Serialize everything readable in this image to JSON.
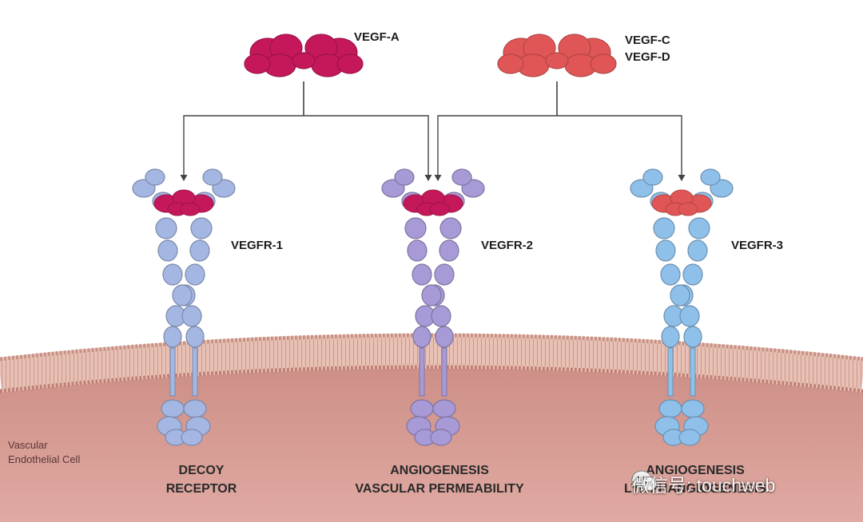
{
  "ligands": [
    {
      "id": "a",
      "lines": [
        "VEGF-A"
      ],
      "color": "#c4185a"
    },
    {
      "id": "cd",
      "lines": [
        "VEGF-C",
        "VEGF-D"
      ],
      "color": "#e05656"
    }
  ],
  "receptors": [
    {
      "id": "r1",
      "label": "VEGFR-1",
      "function": [
        "DECOY",
        "RECEPTOR"
      ],
      "color": "#a4b6e2",
      "bound_ligand": "a"
    },
    {
      "id": "r2",
      "label": "VEGFR-2",
      "function": [
        "ANGIOGENESIS",
        "VASCULAR PERMEABILITY"
      ],
      "color": "#a89ad6",
      "bound_ligand": "a"
    },
    {
      "id": "r3",
      "label": "VEGFR-3",
      "function": [
        "ANGIOGENESIS",
        "LYMPHANGIOGENESIS"
      ],
      "color": "#8fc0ea",
      "bound_ligand": "cd"
    }
  ],
  "edges": [
    {
      "from": "a",
      "to": "r1"
    },
    {
      "from": "a",
      "to": "r2"
    },
    {
      "from": "cd",
      "to": "r2"
    },
    {
      "from": "cd",
      "to": "r3"
    }
  ],
  "cell_label": [
    "Vascular",
    "Endothelial Cell"
  ],
  "watermark": "微信号: touchweb",
  "colors": {
    "membrane": "#dcb2a6",
    "cytoplasm": "#cf958d",
    "arrow": "#444444"
  }
}
